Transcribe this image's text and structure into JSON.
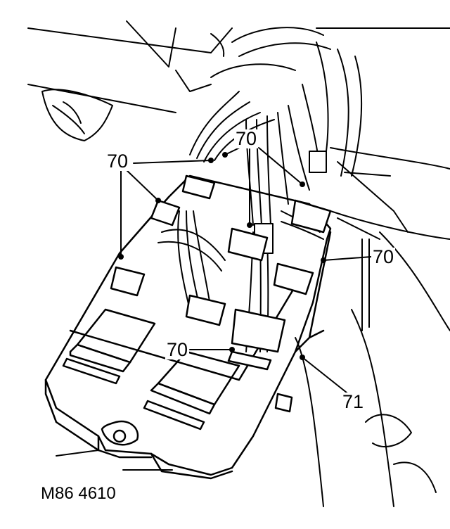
{
  "callouts": {
    "c1": "70",
    "c2": "70",
    "c3": "70",
    "c4": "70",
    "c5": "71"
  },
  "figure_ref": "M86 4610",
  "colors": {
    "ink": "#000000",
    "paper": "#ffffff"
  }
}
